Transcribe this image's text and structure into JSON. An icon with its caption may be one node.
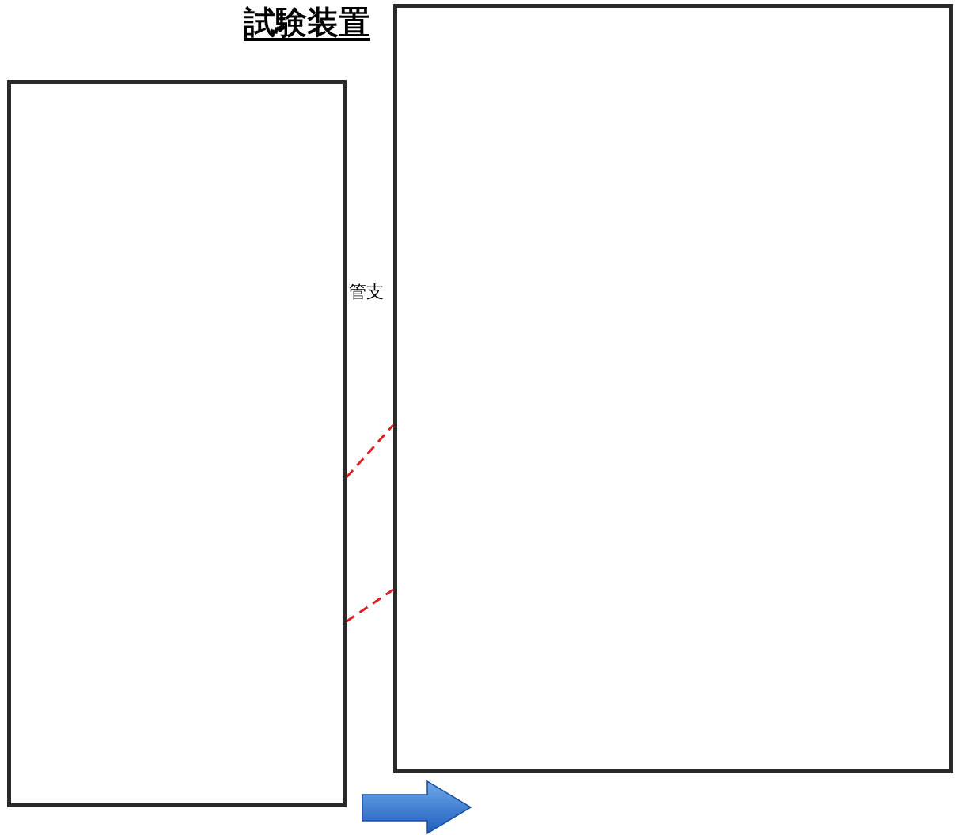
{
  "diagram": {
    "title": "試験装置",
    "nodes": [
      {
        "text": [],
        "shape": "box"
      },
      {
        "text": [],
        "shape": "box"
      }
    ],
    "edges": [
      {
        "from": 0,
        "to": 1,
        "arrow": "none",
        "style": "dashed",
        "color": "#e02020"
      },
      {
        "from": 0,
        "to": 1,
        "arrow": "none",
        "style": "dashed",
        "color": "#e02020"
      }
    ],
    "labels": [
      "管支"
    ]
  }
}
